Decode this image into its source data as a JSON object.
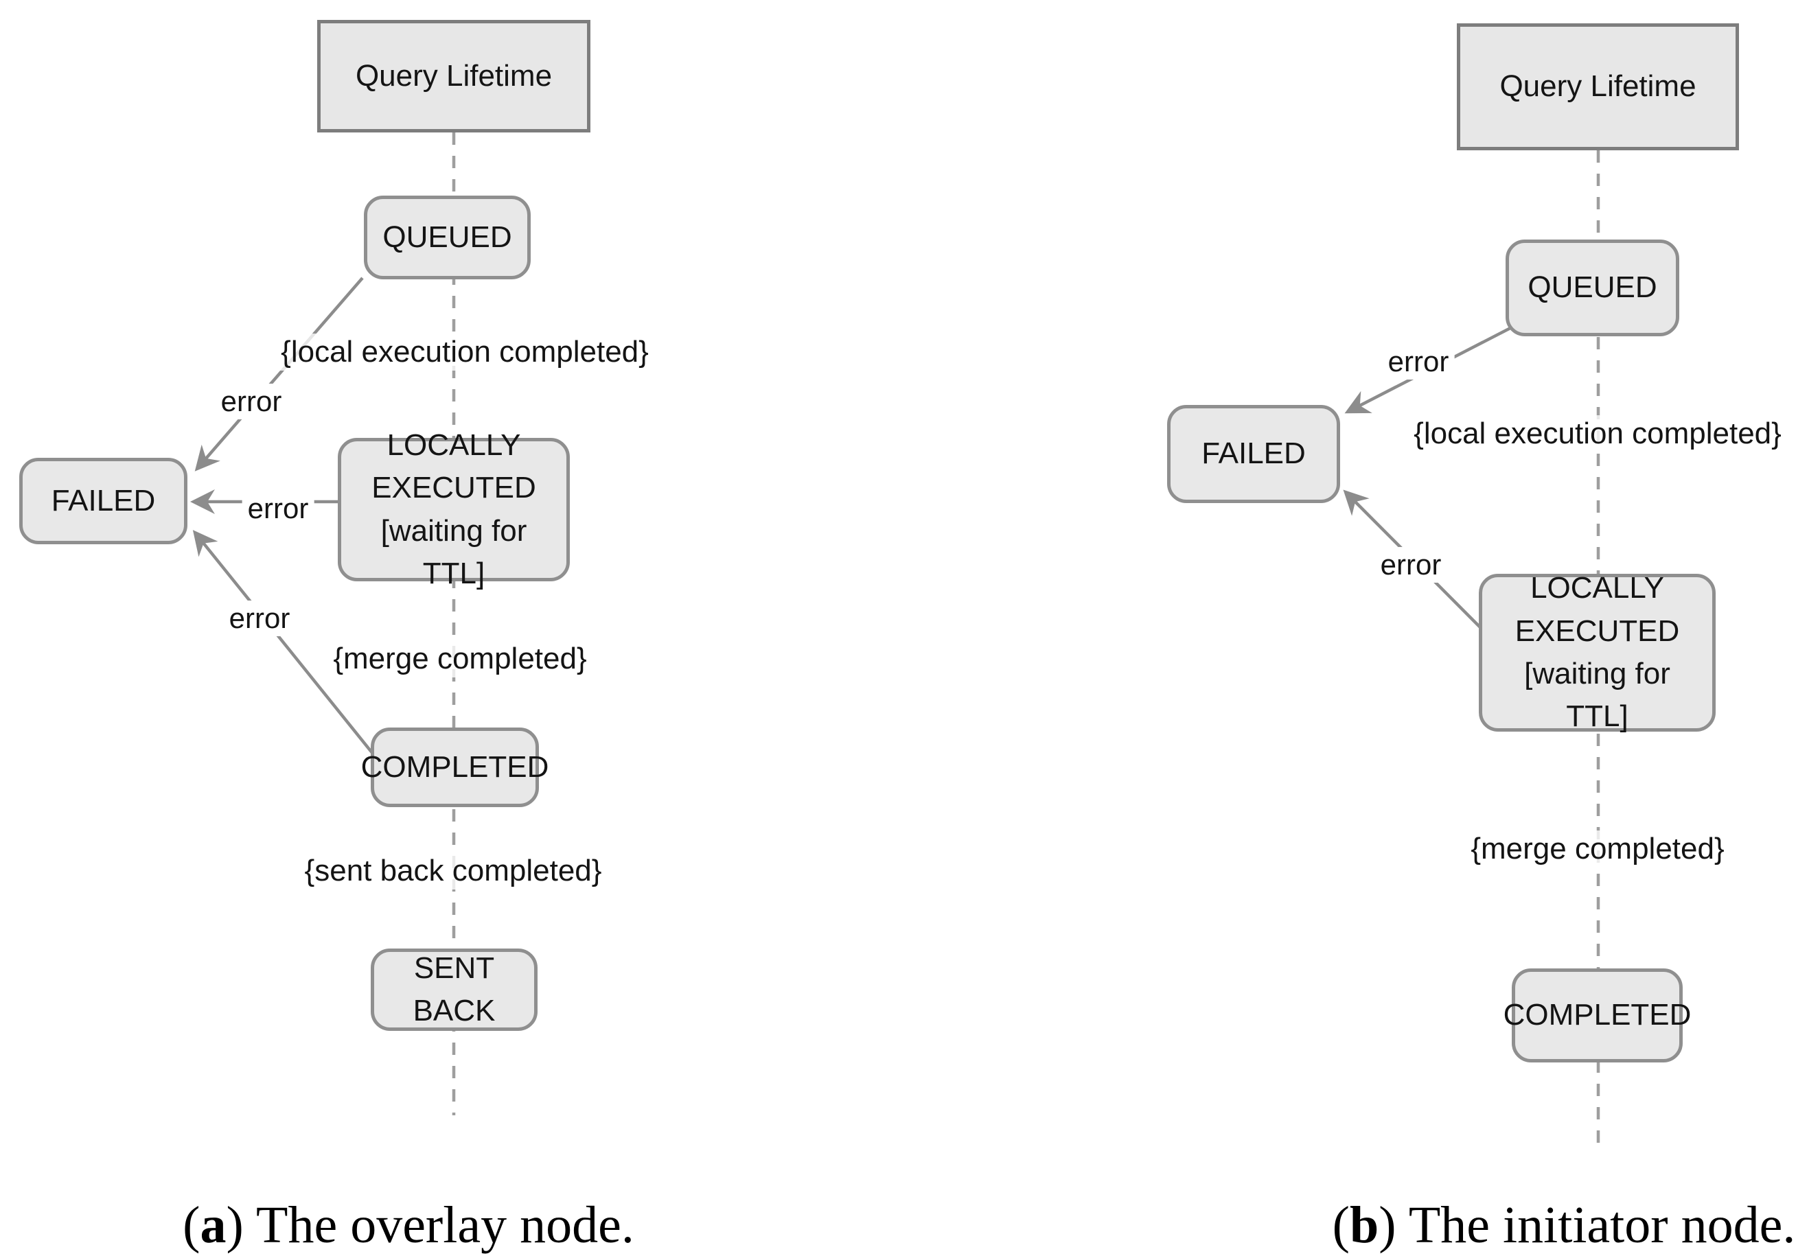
{
  "figure_type": "uml-state-lifeline-diagram",
  "colors": {
    "box_fill": "#e8e8e8",
    "state_border": "#8f8f8f",
    "header_border": "#7d7d7d",
    "arrow_line": "#8c8c8c",
    "lifeline": "#9e9e9e",
    "text": "#141414",
    "background": "#ffffff"
  },
  "panels": {
    "a": {
      "header": "Query Lifetime",
      "states": {
        "queued": {
          "label": "QUEUED"
        },
        "failed": {
          "label": "FAILED"
        },
        "locally_executed": {
          "label": "LOCALLY EXECUTED",
          "qualifier": "[waiting for TTL]"
        },
        "completed": {
          "label": "COMPLETED"
        },
        "sent_back": {
          "label": "SENT BACK"
        }
      },
      "annotations": {
        "local_execution": "{local execution completed}",
        "merge": "{merge completed}",
        "sent_back": "{sent back completed}"
      },
      "errors": {
        "e1": "error",
        "e2": "error",
        "e3": "error"
      },
      "caption": {
        "prefix": "(",
        "letter": "a",
        "suffix": ")",
        "text": "The overlay node."
      }
    },
    "b": {
      "header": "Query Lifetime",
      "states": {
        "queued": {
          "label": "QUEUED"
        },
        "failed": {
          "label": "FAILED"
        },
        "locally_executed": {
          "label": "LOCALLY EXECUTED",
          "qualifier": "[waiting for TTL]"
        },
        "completed": {
          "label": "COMPLETED"
        }
      },
      "annotations": {
        "local_execution": "{local execution completed}",
        "merge": "{merge completed}"
      },
      "errors": {
        "e1": "error",
        "e2": "error"
      },
      "caption": {
        "prefix": "(",
        "letter": "b",
        "suffix": ")",
        "text": "The initiator node."
      }
    }
  }
}
